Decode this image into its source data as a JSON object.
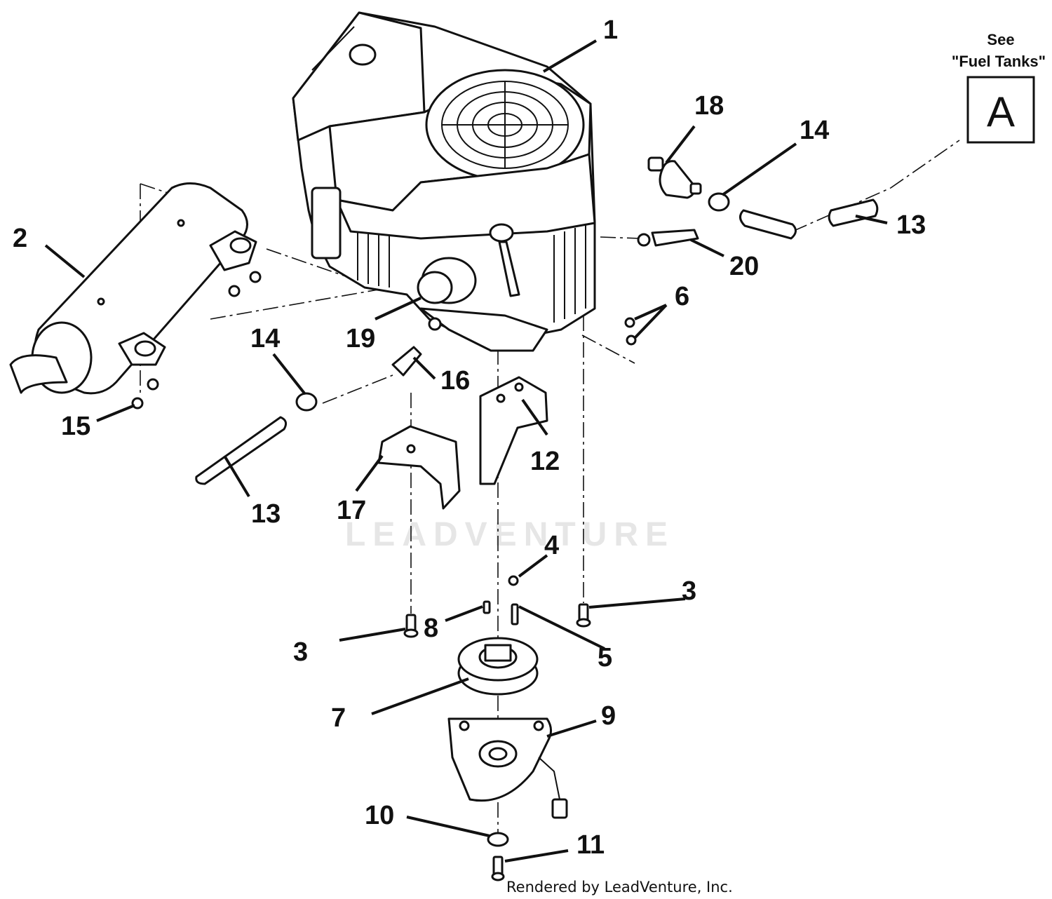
{
  "diagram": {
    "callouts": {
      "c1": "1",
      "c2": "2",
      "c3a": "3",
      "c3b": "3",
      "c4": "4",
      "c5": "5",
      "c6": "6",
      "c7": "7",
      "c8": "8",
      "c9": "9",
      "c10": "10",
      "c11": "11",
      "c12": "12",
      "c13a": "13",
      "c13b": "13",
      "c14a": "14",
      "c14b": "14",
      "c15": "15",
      "c16": "16",
      "c17": "17",
      "c18": "18",
      "c19": "19",
      "c20": "20"
    },
    "reference": {
      "see": "See",
      "target": "\"Fuel Tanks\"",
      "letter": "A"
    },
    "watermark": "LEADVENTURE",
    "footer": "Rendered by LeadVenture, Inc."
  }
}
